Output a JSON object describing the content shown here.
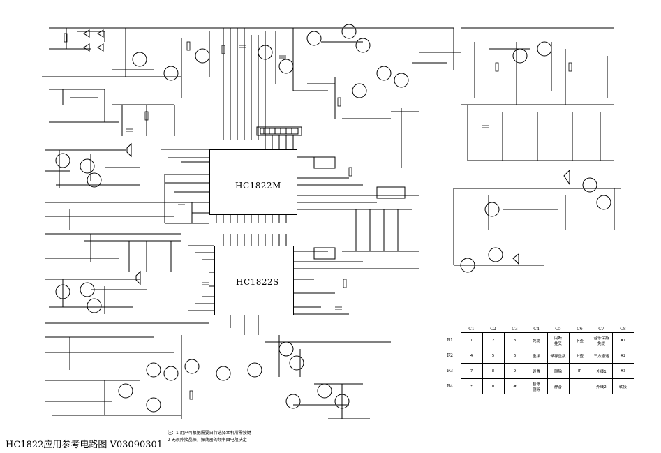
{
  "title": "HC1822应用参考电路图 V03090301",
  "chips": {
    "main": "HC1822M",
    "sub": "HC1822S"
  },
  "notes": [
    "注：1 用户可根据需要自行选择本机所需按键",
    "2 无须外接晶振，振荡器的频率由电阻决定"
  ],
  "key_matrix": {
    "columns": [
      "C1",
      "C2",
      "C3",
      "C4",
      "C5",
      "C6",
      "C7",
      "C8"
    ],
    "rows": [
      {
        "label": "R1",
        "keys": [
          "1",
          "2",
          "3",
          "免提",
          "闪断\n挂叉",
          "下查",
          "音乐保持\n免提",
          "#1"
        ]
      },
      {
        "label": "R2",
        "keys": [
          "4",
          "5",
          "6",
          "重拨",
          "储存重拨",
          "上查",
          "三方通话",
          "#2"
        ]
      },
      {
        "label": "R3",
        "keys": [
          "7",
          "8",
          "9",
          "设置",
          "删除",
          "IP",
          "外线1",
          "#3"
        ]
      },
      {
        "label": "R4",
        "keys": [
          "*",
          "0",
          "#",
          "暂停\n删除",
          "静音",
          "",
          "外线2",
          "转接"
        ]
      }
    ]
  }
}
